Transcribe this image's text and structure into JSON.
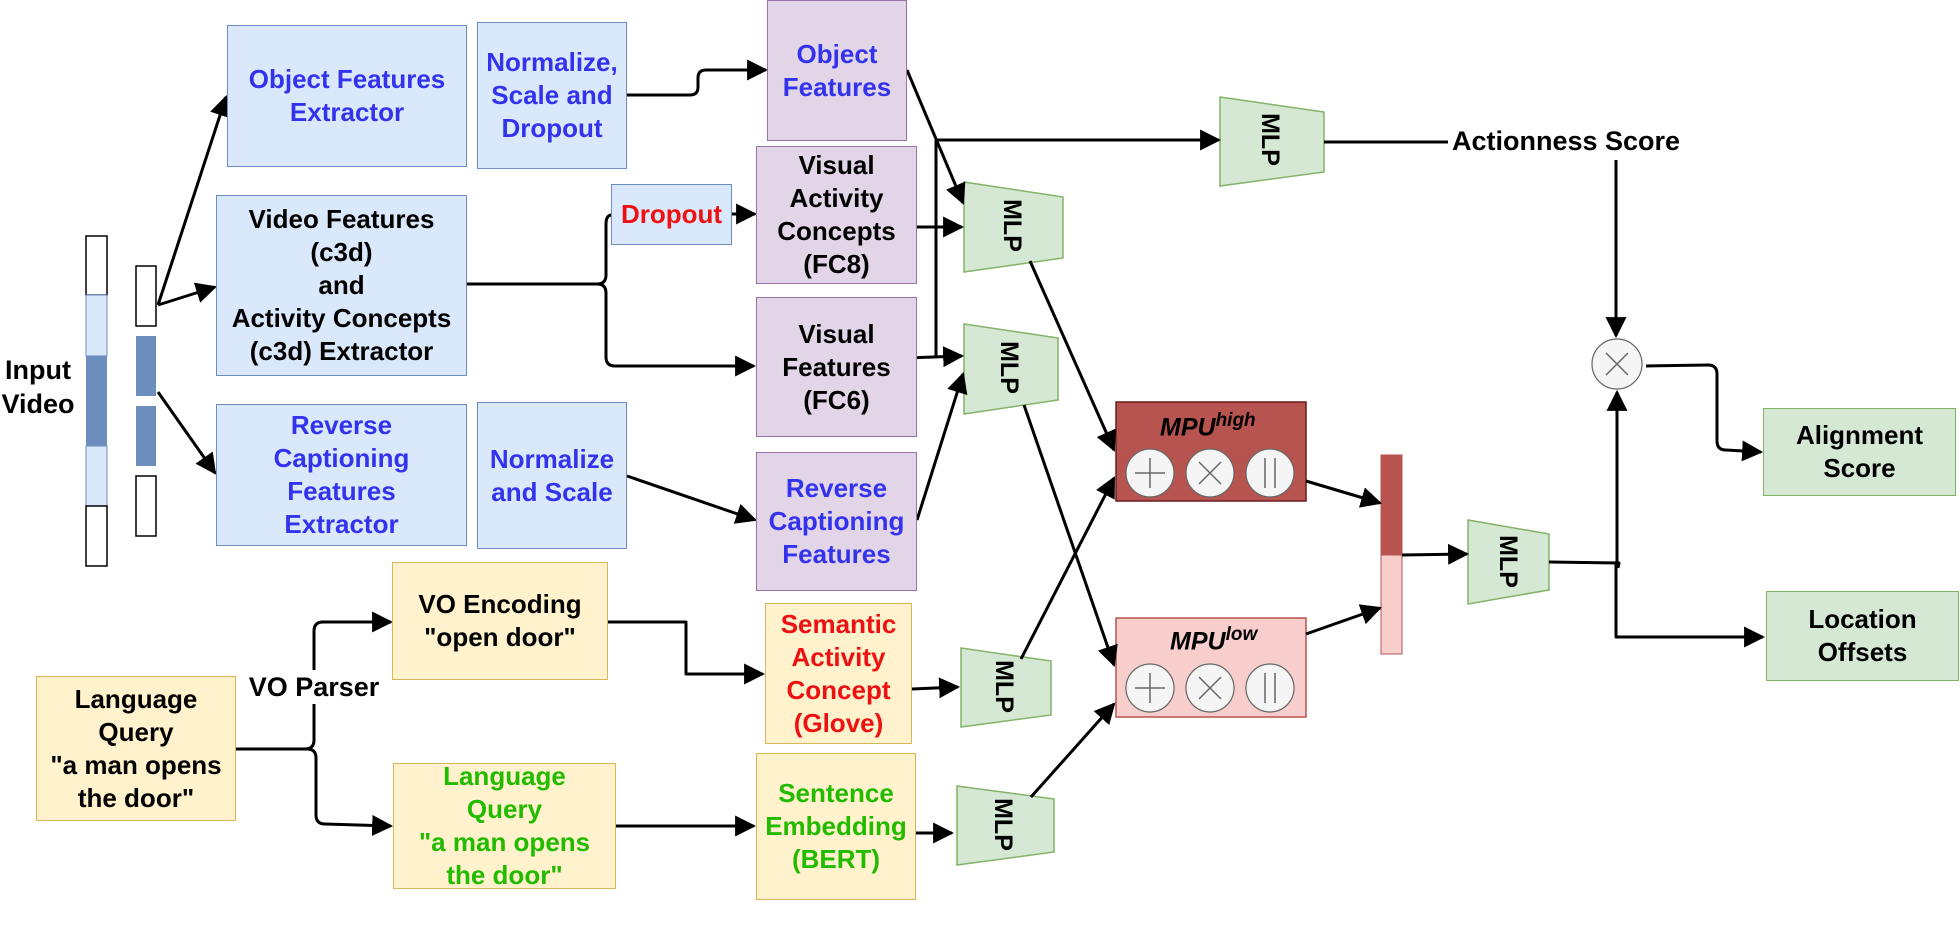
{
  "input": {
    "label": "Input\nVideo"
  },
  "nodes": {
    "object_extractor": "Object Features\nExtractor",
    "normalize_scale_dropout": "Normalize,\nScale and\nDropout",
    "object_features": "Object\nFeatures",
    "video_extractor": "Video Features\n(c3d)\nand\nActivity Concepts\n(c3d) Extractor",
    "dropout": "Dropout",
    "visual_activity_concepts": "Visual\nActivity\nConcepts\n(FC8)",
    "visual_features": "Visual\nFeatures\n(FC6)",
    "reverse_extractor": "Reverse\nCaptioning\nFeatures\nExtractor",
    "normalize_scale": "Normalize\nand Scale",
    "reverse_features": "Reverse\nCaptioning\nFeatures",
    "vo_encoding": "VO Encoding\n\"open door\"",
    "semantic_concept": "Semantic\nActivity\nConcept\n(Glove)",
    "language_query_input": "Language\nQuery\n\"a man opens\nthe door\"",
    "language_query_green": "Language\nQuery\n\"a man opens\nthe door\"",
    "sentence_embedding": "Sentence\nEmbedding\n(BERT)",
    "alignment_score": "Alignment\nScore",
    "location_offsets": "Location\nOffsets"
  },
  "labels": {
    "vo_parser": "VO Parser",
    "actionness_score": "Actionness Score",
    "mlp": "MLP"
  },
  "mpu": {
    "base": "MPU",
    "high_sup": "high",
    "low_sup": "low"
  },
  "colors": {
    "blue_fill": "#dae8fc",
    "purple_fill": "#e1d5e7",
    "yellow_fill": "#fff2cc",
    "green_fill": "#d5e8d4",
    "mpu_high": "#b85450",
    "mpu_low": "#f8cecc",
    "blue_text": "#3333ee",
    "red_text": "#ee1111",
    "green_text": "#22bb00"
  },
  "icons": [
    "plus-icon",
    "times-icon",
    "concat-icon"
  ]
}
